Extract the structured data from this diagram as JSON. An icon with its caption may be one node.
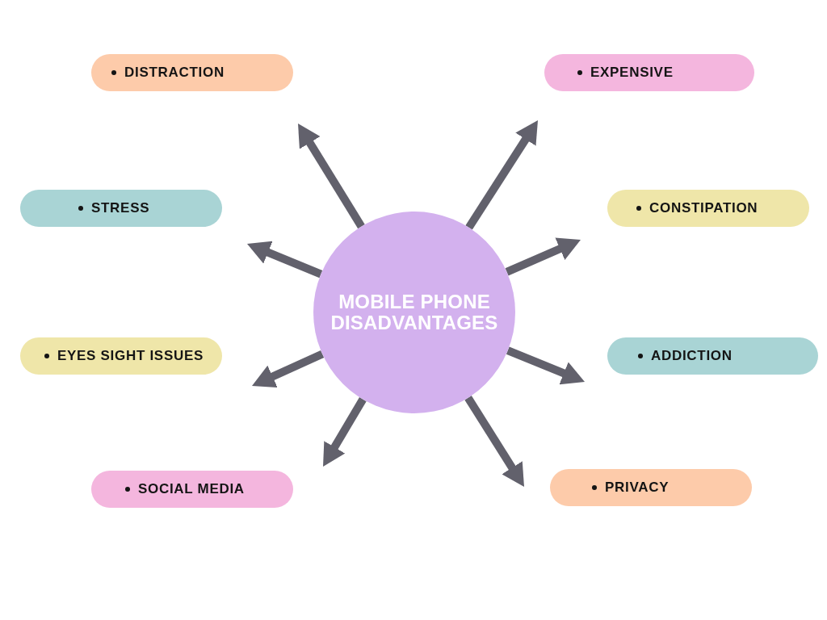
{
  "diagram": {
    "nodes": [
      {
        "text": [
          "MOBILE PHONE DISADVANTAGES"
        ]
      },
      {
        "text": [
          "DISTRACTION"
        ]
      },
      {
        "text": [
          "EXPENSIVE"
        ]
      },
      {
        "text": [
          "STRESS"
        ]
      },
      {
        "text": [
          "CONSTIPATION"
        ]
      },
      {
        "text": [
          "EYES SIGHT ISSUES"
        ]
      },
      {
        "text": [
          "ADDICTION"
        ]
      },
      {
        "text": [
          "SOCIAL MEDIA"
        ]
      },
      {
        "text": [
          "PRIVACY"
        ]
      }
    ],
    "edges": [
      {
        "from": 0,
        "to": 1,
        "arrow": "to"
      },
      {
        "from": 0,
        "to": 2,
        "arrow": "to"
      },
      {
        "from": 0,
        "to": 3,
        "arrow": "to"
      },
      {
        "from": 0,
        "to": 4,
        "arrow": "to"
      },
      {
        "from": 0,
        "to": 5,
        "arrow": "to"
      },
      {
        "from": 0,
        "to": 6,
        "arrow": "to"
      },
      {
        "from": 0,
        "to": 7,
        "arrow": "to"
      },
      {
        "from": 0,
        "to": 8,
        "arrow": "to"
      }
    ]
  }
}
